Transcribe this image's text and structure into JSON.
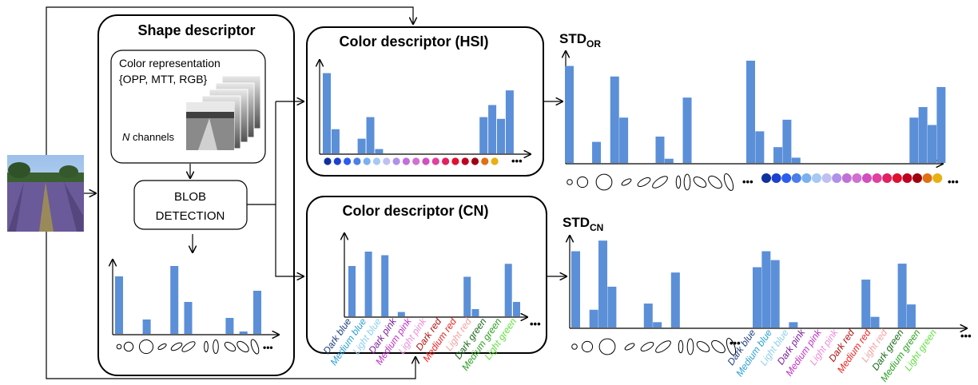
{
  "shape_descriptor": {
    "title": "Shape descriptor",
    "color_representation_line1": "Color representation",
    "color_representation_line2": "{OPP, MTT, RGB}",
    "channels_n": "N",
    "channels_text": " channels",
    "blob_line1": "BLOB",
    "blob_line2": "DETECTION",
    "histogram": [
      0.72,
      0,
      0.18,
      0,
      0.85,
      0.4,
      0,
      0,
      0.2,
      0.03,
      0.54,
      0,
      0
    ],
    "shapes": [
      "circle-small",
      "circle-medium",
      "circle-large",
      "ellipse-tilted-thin",
      "ellipse-tilted",
      "ellipse-tilted-long",
      "ellipse-vertical-thin",
      "ellipse-vertical",
      "ellipse-tilted-wide",
      "ellipse-tilted-wide-2",
      "ellipse-vertical-long"
    ]
  },
  "hsi": {
    "title": "Color descriptor (HSI)",
    "histogram": [
      0.93,
      0.28,
      0,
      0,
      0.17,
      0.42,
      0.05,
      0,
      0,
      0,
      0,
      0,
      0,
      0,
      0,
      0,
      0,
      0,
      0.42,
      0.56,
      0.4,
      0.73,
      0,
      0
    ],
    "dot_colors": [
      "#1030a0",
      "#1c40d0",
      "#2a5cf0",
      "#4a7ee8",
      "#7ab0f0",
      "#a6c8f4",
      "#c0c0f0",
      "#b090e8",
      "#c070d8",
      "#d070d0",
      "#d050c0",
      "#e040a0",
      "#e02060",
      "#e01030",
      "#c00020",
      "#a00010",
      "#e07010",
      "#e8b010"
    ],
    "ellipsis": "•••"
  },
  "cn": {
    "title": "Color descriptor (CN)",
    "histogram": [
      0.7,
      0,
      0.9,
      0,
      0.85,
      0,
      0.06,
      0,
      0,
      0,
      0,
      0,
      0,
      0,
      0.55,
      0.1,
      0,
      0,
      0,
      0.73,
      0.2,
      0
    ],
    "categories": [
      {
        "label": "Dark blue",
        "color": "#1f3f80"
      },
      {
        "label": "Medium blue",
        "color": "#2aa0d8"
      },
      {
        "label": "Light blue",
        "color": "#8ccff0"
      },
      {
        "label": "Dark pink",
        "color": "#7a1f9a"
      },
      {
        "label": "Medium pink",
        "color": "#c030c8"
      },
      {
        "label": "Light pink",
        "color": "#f08cd8"
      },
      {
        "label": "Dark red",
        "color": "#b01010"
      },
      {
        "label": "Medium red",
        "color": "#f02020"
      },
      {
        "label": "Light red",
        "color": "#f8a0a0"
      },
      {
        "label": "Dark green",
        "color": "#1a6a1a"
      },
      {
        "label": "Medium green",
        "color": "#2aa020"
      },
      {
        "label": "Light green",
        "color": "#60e040"
      }
    ],
    "ellipsis": "•••"
  },
  "std_or": {
    "label_main": "STD",
    "label_sub": "OR",
    "histogram": [
      0.92,
      0,
      0,
      0.2,
      0,
      0.82,
      0.43,
      0,
      0,
      0,
      0.25,
      0.04,
      0,
      0.62,
      0,
      0,
      0,
      0,
      0,
      0,
      0.97,
      0.3,
      0,
      0.15,
      0.41,
      0.05,
      0,
      0,
      0,
      0,
      0,
      0,
      0,
      0,
      0,
      0,
      0,
      0,
      0.43,
      0.53,
      0.36,
      0.72,
      0
    ],
    "ellipsis": "•••"
  },
  "std_cn": {
    "label_main": "STD",
    "label_sub": "CN",
    "histogram": [
      0.86,
      0,
      0.2,
      0.98,
      0.46,
      0,
      0,
      0,
      0.27,
      0.06,
      0,
      0.62,
      0,
      0,
      0,
      0,
      0,
      0,
      0,
      0,
      0.68,
      0.86,
      0.76,
      0,
      0.06,
      0,
      0,
      0,
      0,
      0,
      0,
      0,
      0.54,
      0.12,
      0,
      0,
      0.72,
      0.26
    ],
    "ellipsis": "•••"
  },
  "colors": {
    "bar": "#5b8fd8",
    "box_stroke": "#000000",
    "arrow": "#000000"
  }
}
